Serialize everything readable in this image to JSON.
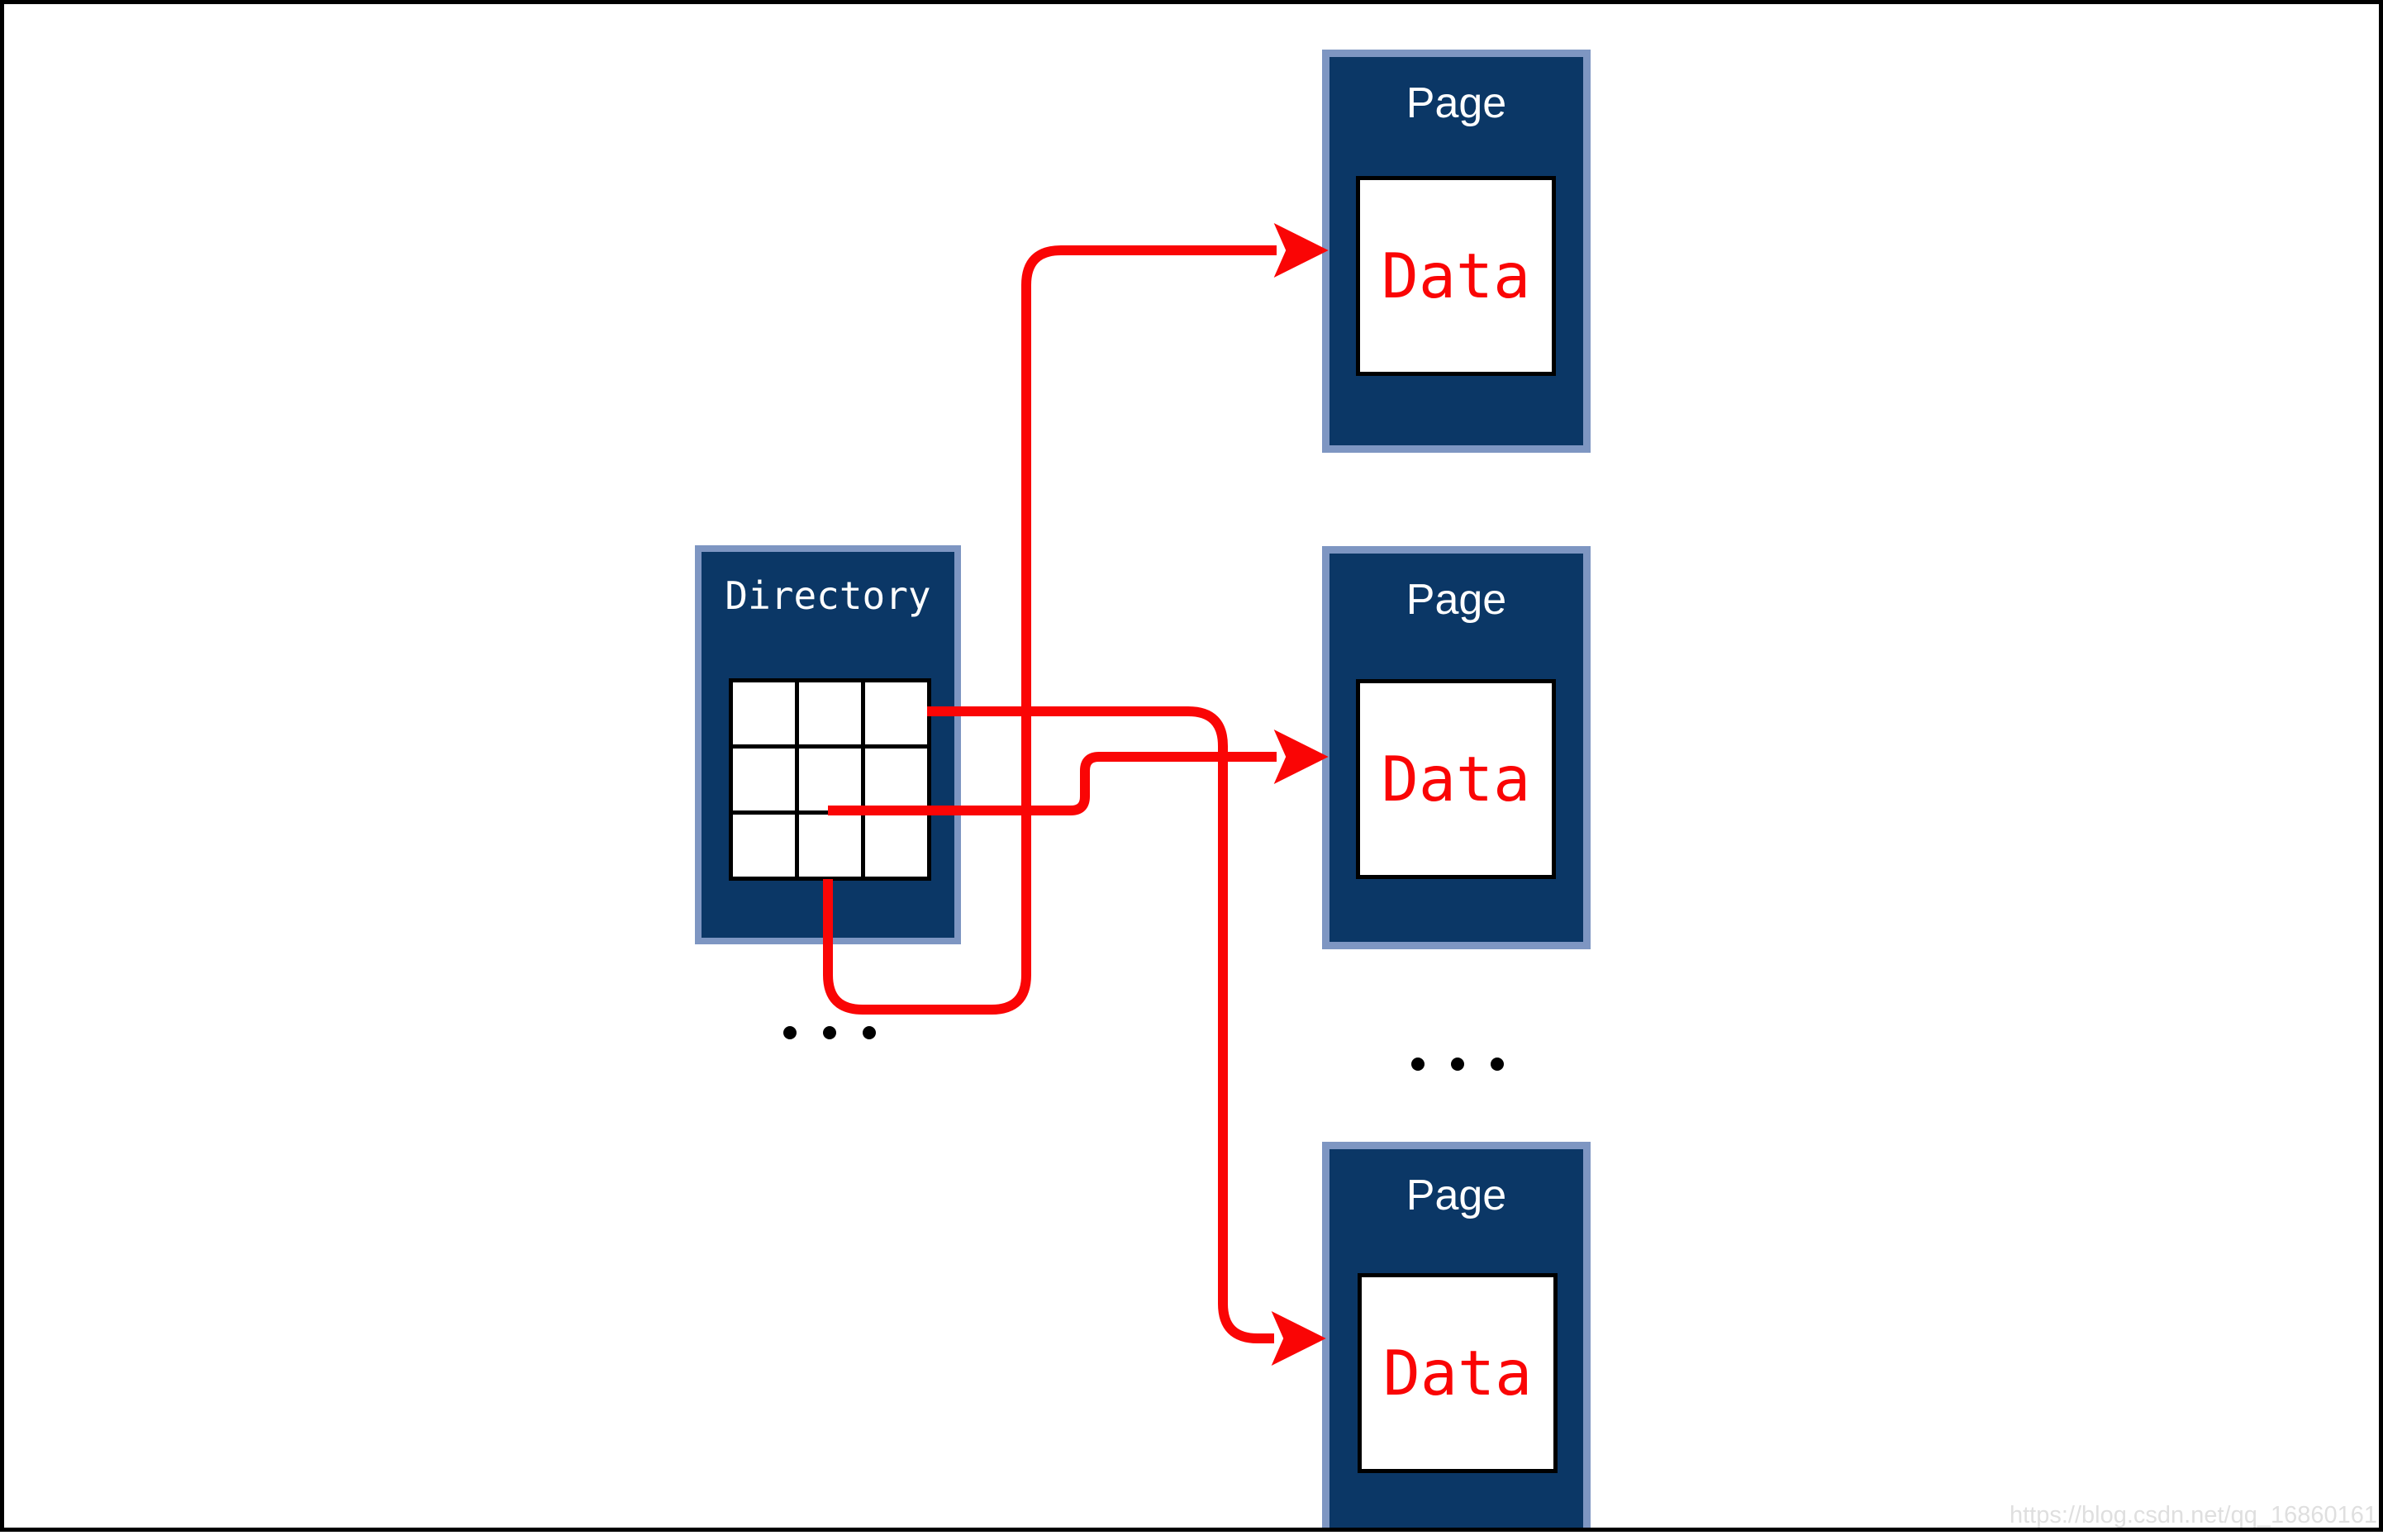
{
  "directory": {
    "title": "Directory",
    "grid": {
      "rows": 3,
      "cols": 3
    }
  },
  "pages": [
    {
      "title": "Page",
      "content": "Data"
    },
    {
      "title": "Page",
      "content": "Data"
    },
    {
      "title": "Page",
      "content": "Data"
    }
  ],
  "ellipses": [
    {
      "location": "below-directory",
      "dots": 3
    },
    {
      "location": "between-pages",
      "dots": 3
    }
  ],
  "arrows": [
    {
      "from": "directory-cell-bottom-middle",
      "to": "page-1-data"
    },
    {
      "from": "directory-cell-center",
      "to": "page-2-data"
    },
    {
      "from": "directory-cell-top-right",
      "to": "page-3-data"
    }
  ],
  "colors": {
    "box_fill_navy": "#0b3766",
    "box_border_blue": "#7e96c2",
    "arrow_red": "#fa0505",
    "grid_line_black": "#000000",
    "data_text_red": "#fa0505",
    "title_text_white": "#ffffff"
  },
  "watermark": {
    "text": "https://blog.csdn.net/qq_16860161"
  }
}
